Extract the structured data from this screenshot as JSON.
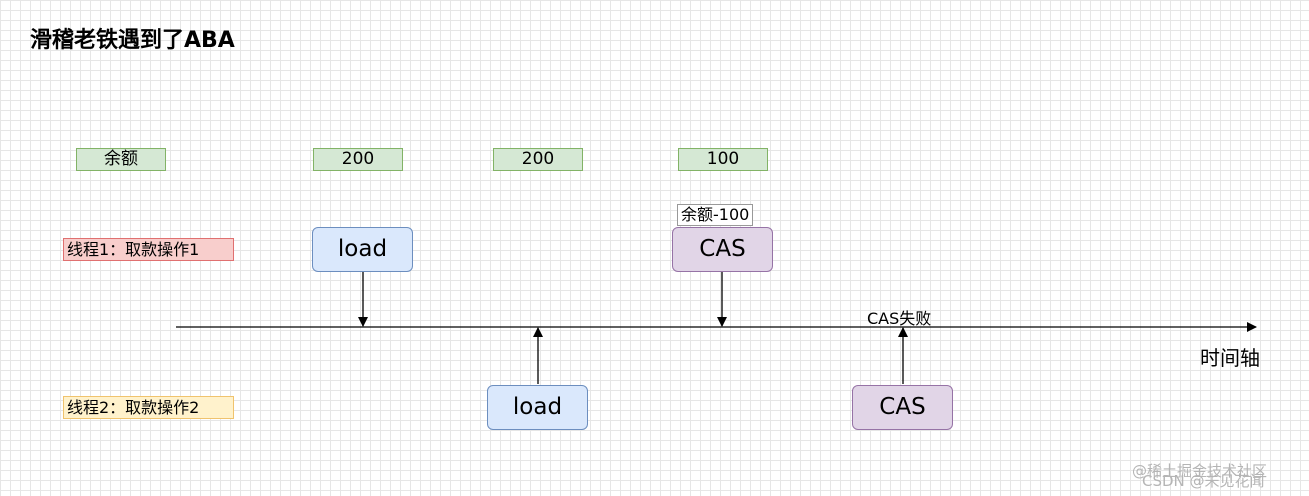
{
  "title": "滑稽老铁遇到了ABA",
  "balance_row": {
    "label": "余额",
    "values": [
      "200",
      "200",
      "100"
    ]
  },
  "threads": {
    "thread1_label": "线程1：取款操作1",
    "thread2_label": "线程2：取款操作2"
  },
  "thread1_ops": {
    "load": "load",
    "cas": "CAS",
    "cas_note": "余额-100"
  },
  "thread2_ops": {
    "load": "load",
    "cas": "CAS",
    "cas_result": "CAS失败"
  },
  "axis_label": "时间轴",
  "watermark": {
    "line1": "@稀土掘金技术社区",
    "line2": "CSDN @未见花闻"
  }
}
